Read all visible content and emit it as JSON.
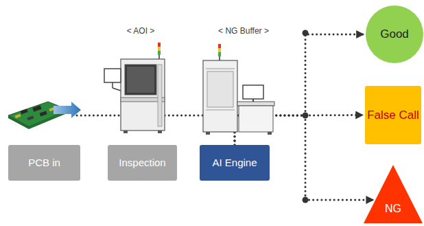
{
  "diagram": {
    "nodes": [
      {
        "text": [
          "PCB in"
        ]
      },
      {
        "text": [
          "Inspection"
        ]
      },
      {
        "text": [
          "AI Engine"
        ]
      },
      {
        "text": [
          "Good"
        ]
      },
      {
        "text": [
          "False Call"
        ]
      },
      {
        "text": [
          "NG"
        ]
      }
    ],
    "edges": [
      {
        "from": 2,
        "to": 3,
        "arrow": "to"
      },
      {
        "from": 2,
        "to": 4,
        "arrow": "to"
      },
      {
        "from": 2,
        "to": 5,
        "arrow": "to"
      }
    ],
    "labels": [
      "< AOI >",
      "< NG Buffer >"
    ]
  }
}
